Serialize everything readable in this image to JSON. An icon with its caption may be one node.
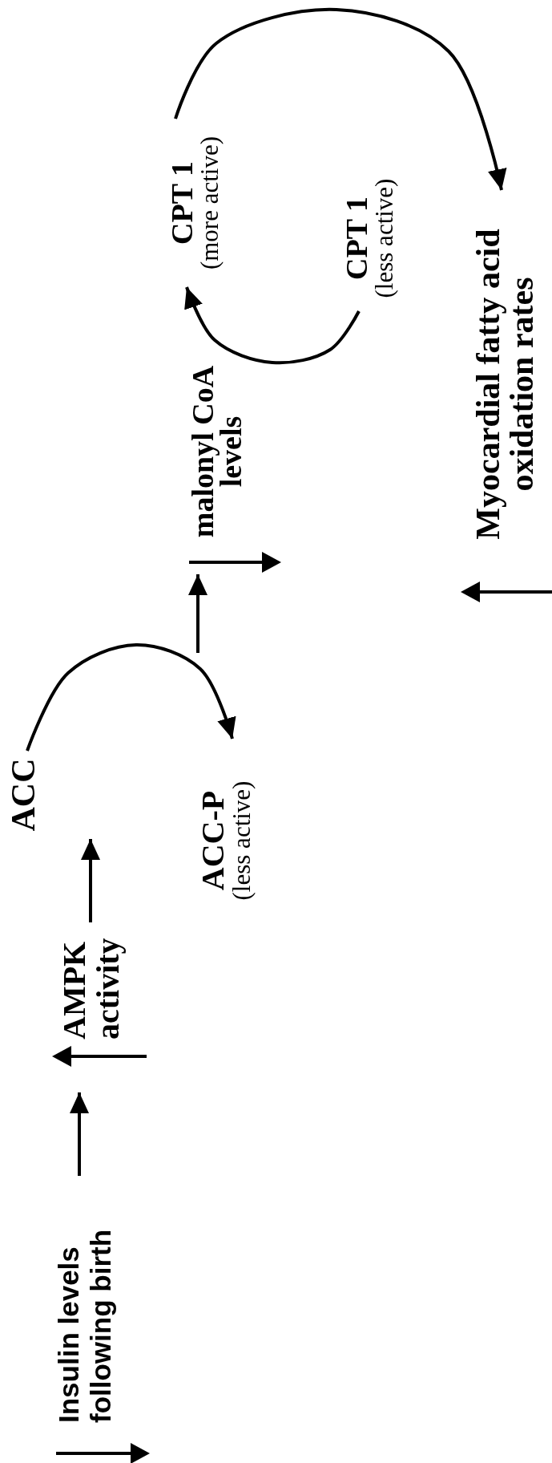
{
  "diagram": {
    "nodes": [
      {
        "text": [
          "Insulin levels following birth"
        ]
      },
      {
        "text": [
          "AMPK activity"
        ]
      },
      {
        "text": [
          "ACC"
        ]
      },
      {
        "text": [
          "ACC-P",
          "(less active)"
        ]
      },
      {
        "text": [
          "malonyl CoA levels"
        ]
      },
      {
        "text": [
          "CPT 1",
          "(less active)"
        ]
      },
      {
        "text": [
          "CPT 1",
          "(more active)"
        ]
      },
      {
        "text": [
          "Myocardial fatty acid oxidation rates"
        ]
      }
    ],
    "edges": [
      {
        "from": 0,
        "to": 1,
        "arrow": "to"
      },
      {
        "from": 1,
        "to": 2,
        "arrow": "to"
      },
      {
        "from": 2,
        "to": 3,
        "arrow": "to"
      },
      {
        "from": null,
        "to": 4,
        "arrow": "to"
      },
      {
        "from": 5,
        "to": 6,
        "arrow": "to"
      },
      {
        "from": 6,
        "to": 7,
        "arrow": "to"
      }
    ]
  }
}
